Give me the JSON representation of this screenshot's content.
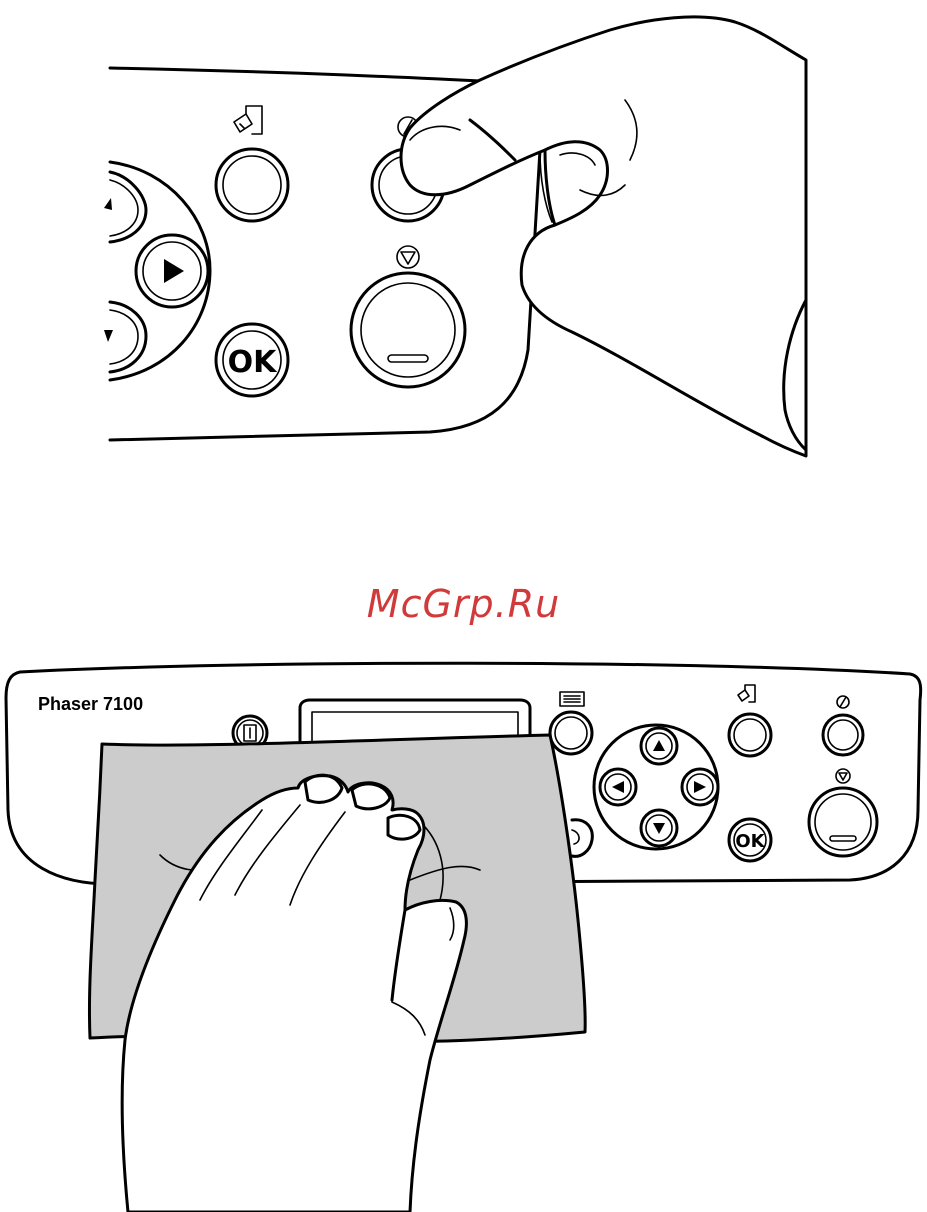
{
  "watermark": {
    "text": "McGrp.Ru",
    "color": "#d13a3a"
  },
  "top_panel": {
    "ok_label": "OK",
    "icons": [
      "job-cancel-icon",
      "power-saver-icon",
      "stop-icon",
      "right-arrow-icon",
      "up-arrow-icon",
      "down-arrow-icon"
    ]
  },
  "bottom_panel": {
    "model_name": "Phaser 7100",
    "ok_label": "OK",
    "cloth_color": "#cccccc",
    "icons": [
      "info-icon",
      "menu-icon",
      "job-cancel-icon",
      "power-saver-icon",
      "stop-icon",
      "up-arrow-icon",
      "down-arrow-icon",
      "left-arrow-icon",
      "right-arrow-icon",
      "back-icon"
    ]
  }
}
